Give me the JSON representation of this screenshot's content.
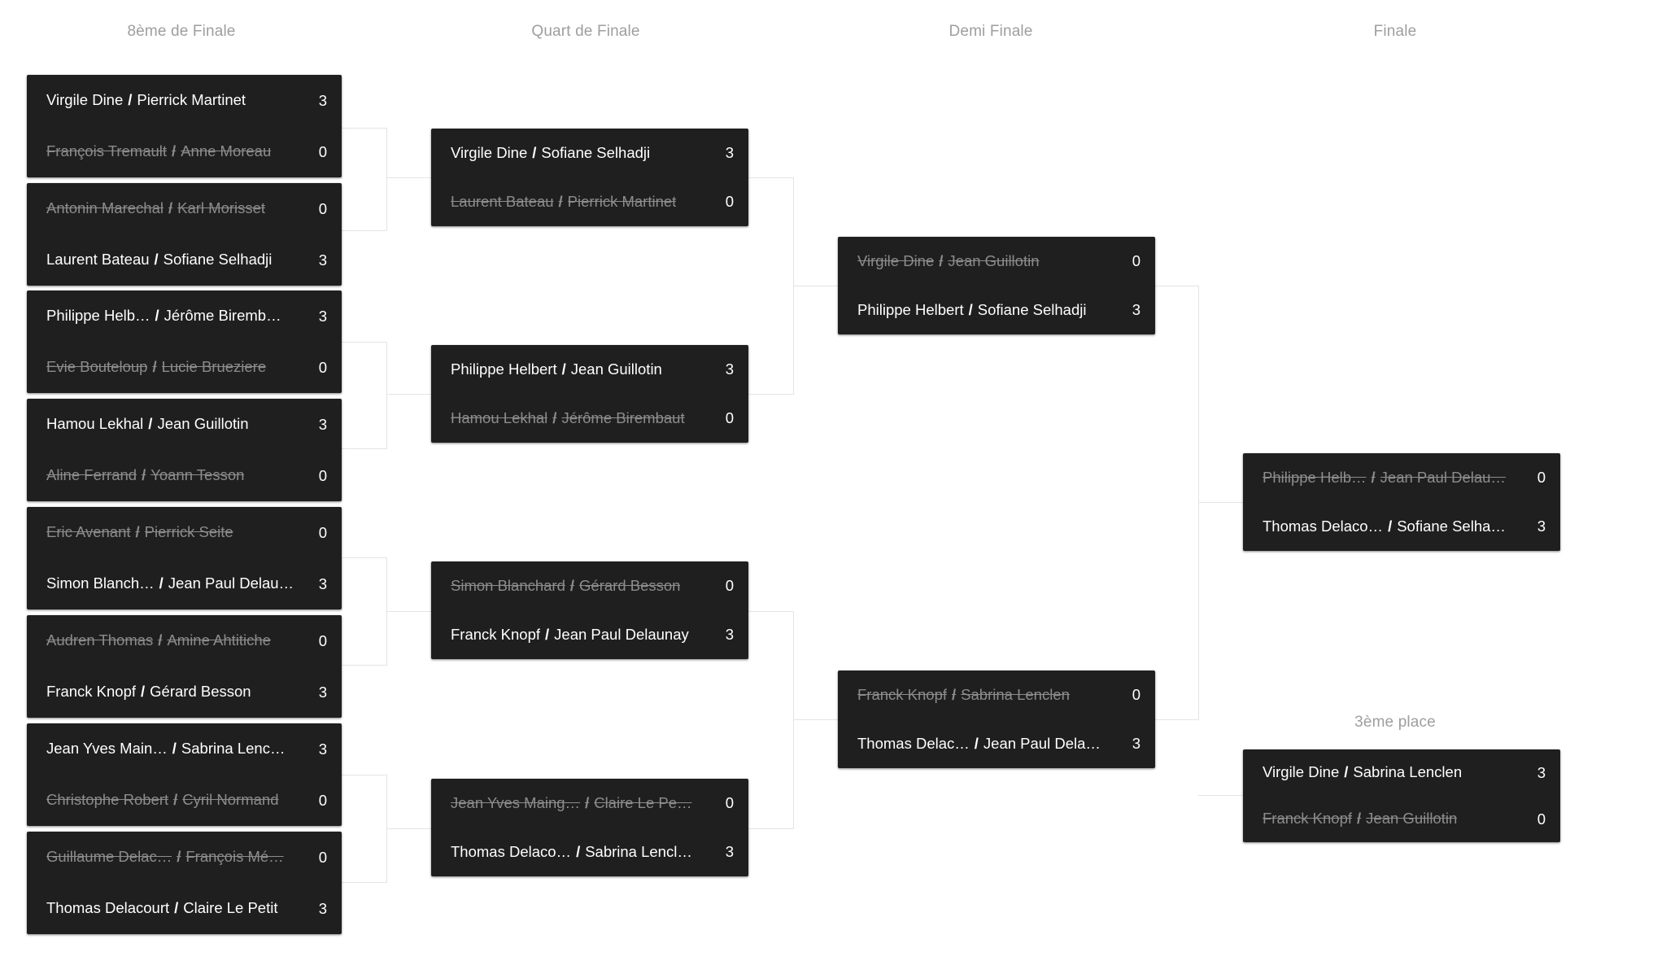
{
  "rounds": [
    {
      "id": "round-of-16",
      "label": "8ème de Finale"
    },
    {
      "id": "quarter-final",
      "label": "Quart de Finale"
    },
    {
      "id": "semi-final",
      "label": "Demi Finale"
    },
    {
      "id": "final",
      "label": "Finale"
    },
    {
      "id": "third-place",
      "label": "3ème place"
    }
  ],
  "colors": {
    "card_background": "#1f1f1f",
    "page_background": "#ffffff",
    "winner_text": "#ffffff",
    "loser_text": "#8c8c8c",
    "round_title": "#9e9e9e",
    "connector": "#e4e4e4"
  },
  "matches": {
    "r16": [
      {
        "id": "r16-m1",
        "top": {
          "p1": "Virgile Dine",
          "p2": "Pierrick Martinet",
          "score": "3",
          "result": "winner"
        },
        "bottom": {
          "p1": "François Tremault",
          "p2": "Anne Moreau",
          "score": "0",
          "result": "loser"
        }
      },
      {
        "id": "r16-m2",
        "top": {
          "p1": "Antonin Marechal",
          "p2": "Karl Morisset",
          "score": "0",
          "result": "loser"
        },
        "bottom": {
          "p1": "Laurent Bateau",
          "p2": "Sofiane Selhadji",
          "score": "3",
          "result": "winner"
        }
      },
      {
        "id": "r16-m3",
        "top": {
          "p1": "Philippe Helb…",
          "p2": "Jérôme Biremb…",
          "score": "3",
          "result": "winner"
        },
        "bottom": {
          "p1": "Evie Bouteloup",
          "p2": "Lucie Brueziere",
          "score": "0",
          "result": "loser"
        }
      },
      {
        "id": "r16-m4",
        "top": {
          "p1": "Hamou Lekhal",
          "p2": "Jean Guillotin",
          "score": "3",
          "result": "winner"
        },
        "bottom": {
          "p1": "Aline Ferrand",
          "p2": "Yoann Tesson",
          "score": "0",
          "result": "loser"
        }
      },
      {
        "id": "r16-m5",
        "top": {
          "p1": "Eric Avenant",
          "p2": "Pierrick Seite",
          "score": "0",
          "result": "loser"
        },
        "bottom": {
          "p1": "Simon Blanch…",
          "p2": "Jean Paul Delau…",
          "score": "3",
          "result": "winner"
        }
      },
      {
        "id": "r16-m6",
        "top": {
          "p1": "Audren Thomas",
          "p2": "Amine Ahtitiche",
          "score": "0",
          "result": "loser"
        },
        "bottom": {
          "p1": "Franck Knopf",
          "p2": "Gérard Besson",
          "score": "3",
          "result": "winner"
        }
      },
      {
        "id": "r16-m7",
        "top": {
          "p1": "Jean Yves Main…",
          "p2": "Sabrina Lenc…",
          "score": "3",
          "result": "winner"
        },
        "bottom": {
          "p1": "Christophe Robert",
          "p2": "Cyril Normand",
          "score": "0",
          "result": "loser"
        }
      },
      {
        "id": "r16-m8",
        "top": {
          "p1": "Guillaume Delac…",
          "p2": "François Mé…",
          "score": "0",
          "result": "loser"
        },
        "bottom": {
          "p1": "Thomas Delacourt",
          "p2": "Claire Le Petit",
          "score": "3",
          "result": "winner"
        }
      }
    ],
    "qf": [
      {
        "id": "qf-m1",
        "top": {
          "p1": "Virgile Dine",
          "p2": "Sofiane Selhadji",
          "score": "3",
          "result": "winner"
        },
        "bottom": {
          "p1": "Laurent Bateau",
          "p2": "Pierrick Martinet",
          "score": "0",
          "result": "loser"
        }
      },
      {
        "id": "qf-m2",
        "top": {
          "p1": "Philippe Helbert",
          "p2": "Jean Guillotin",
          "score": "3",
          "result": "winner"
        },
        "bottom": {
          "p1": "Hamou Lekhal",
          "p2": "Jérôme Birembaut",
          "score": "0",
          "result": "loser"
        }
      },
      {
        "id": "qf-m3",
        "top": {
          "p1": "Simon Blanchard",
          "p2": "Gérard Besson",
          "score": "0",
          "result": "loser"
        },
        "bottom": {
          "p1": "Franck Knopf",
          "p2": "Jean Paul Delaunay",
          "score": "3",
          "result": "winner"
        }
      },
      {
        "id": "qf-m4",
        "top": {
          "p1": "Jean Yves Maing…",
          "p2": "Claire Le Pe…",
          "score": "0",
          "result": "loser"
        },
        "bottom": {
          "p1": "Thomas Delaco…",
          "p2": "Sabrina Lencl…",
          "score": "3",
          "result": "winner"
        }
      }
    ],
    "sf": [
      {
        "id": "sf-m1",
        "top": {
          "p1": "Virgile Dine",
          "p2": "Jean Guillotin",
          "score": "0",
          "result": "loser"
        },
        "bottom": {
          "p1": "Philippe Helbert",
          "p2": "Sofiane Selhadji",
          "score": "3",
          "result": "winner"
        }
      },
      {
        "id": "sf-m2",
        "top": {
          "p1": "Franck Knopf",
          "p2": "Sabrina Lenclen",
          "score": "0",
          "result": "loser"
        },
        "bottom": {
          "p1": "Thomas Delac…",
          "p2": "Jean Paul Dela…",
          "score": "3",
          "result": "winner"
        }
      }
    ],
    "final": [
      {
        "id": "final-m1",
        "top": {
          "p1": "Philippe Helb…",
          "p2": "Jean Paul Delau…",
          "score": "0",
          "result": "loser"
        },
        "bottom": {
          "p1": "Thomas Delaco…",
          "p2": "Sofiane Selha…",
          "score": "3",
          "result": "winner"
        }
      }
    ],
    "third": [
      {
        "id": "third-m1",
        "top": {
          "p1": "Virgile Dine",
          "p2": "Sabrina Lenclen",
          "score": "3",
          "result": "winner"
        },
        "bottom": {
          "p1": "Franck Knopf",
          "p2": "Jean Guillotin",
          "score": "0",
          "result": "loser"
        }
      }
    ]
  }
}
